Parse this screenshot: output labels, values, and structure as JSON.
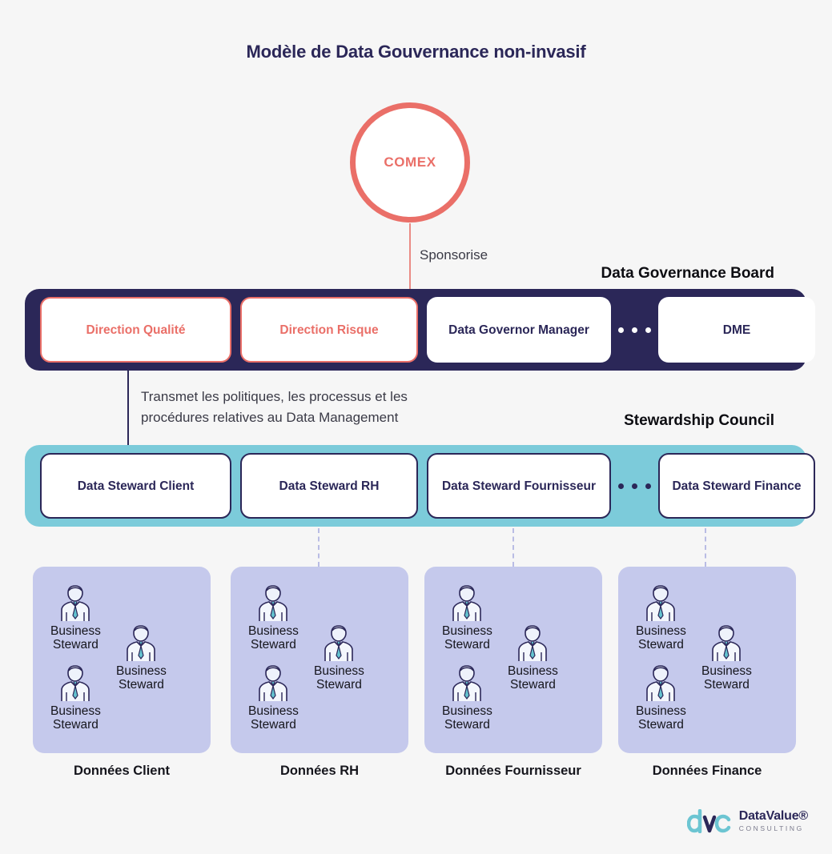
{
  "title": "Modèle de Data Gouvernance non-invasif",
  "colors": {
    "background": "#f6f6f6",
    "navy": "#2b2758",
    "coral": "#ea6f68",
    "teal": "#7ccbda",
    "lavender": "#c5c9ec",
    "text_dark": "#15151c"
  },
  "top": {
    "comex_label": "COMEX",
    "sponsorise_label": "Sponsorise"
  },
  "transmit": {
    "line1": "Transmet les politiques, les processus et les",
    "line2": "procédures relatives au Data Management"
  },
  "board": {
    "caption": "Data Governance Board",
    "cards": [
      {
        "label": "Direction Qualité",
        "style": "coral"
      },
      {
        "label": "Direction Risque",
        "style": "coral"
      },
      {
        "label": "Data Governor Manager",
        "style": "navy"
      },
      {
        "label": "DME",
        "style": "navy"
      }
    ],
    "ellipsis": "•••"
  },
  "council": {
    "caption": "Stewardship Council",
    "cards": [
      {
        "label": "Data Steward Client"
      },
      {
        "label": "Data Steward RH"
      },
      {
        "label": "Data Steward Fournisseur"
      },
      {
        "label": "Data Steward Finance"
      }
    ],
    "ellipsis": "•••"
  },
  "domains": [
    {
      "panel_label": "Données Client",
      "stewards": [
        "Business\nSteward",
        "Business\nSteward",
        "Business\nSteward"
      ]
    },
    {
      "panel_label": "Données RH",
      "stewards": [
        "Business\nSteward",
        "Business\nSteward",
        "Business\nSteward"
      ]
    },
    {
      "panel_label": "Données Fournisseur",
      "stewards": [
        "Business\nSteward",
        "Business\nSteward",
        "Business\nSteward"
      ]
    },
    {
      "panel_label": "Données Finance",
      "stewards": [
        "Business\nSteward",
        "Business\nSteward",
        "Business\nSteward"
      ]
    }
  ],
  "logo": {
    "name": "DataValue®",
    "subtitle": "CONSULTING"
  }
}
